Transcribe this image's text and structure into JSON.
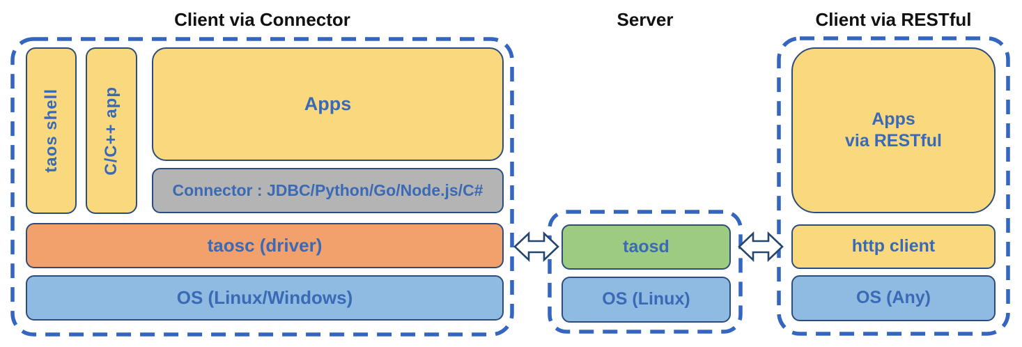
{
  "colors": {
    "dashed_border": "#3465C0",
    "box_border": "#2B4D7E",
    "arrow_border": "#24466E",
    "yellow_fill": "#FAD97E",
    "gray_fill": "#B4B4B4",
    "orange_fill": "#F2A16C",
    "blue_fill": "#8FBBE2",
    "green_fill": "#9CCB81",
    "label_blue": "#3A6AB5",
    "title_color": "#111111"
  },
  "sections": {
    "client_connector": {
      "title": "Client via Connector",
      "taos_shell": "taos shell",
      "cpp_app": "C/C++ app",
      "apps": "Apps",
      "connector": "Connector : JDBC/Python/Go/Node.js/C#",
      "taosc": "taosc (driver)",
      "os": "OS (Linux/Windows)"
    },
    "server": {
      "title": "Server",
      "taosd": "taosd",
      "os": "OS (Linux)"
    },
    "client_restful": {
      "title": "Client via RESTful",
      "apps_line1": "Apps",
      "apps_line2": "via RESTful",
      "http_client": "http client",
      "os": "OS (Any)"
    }
  }
}
